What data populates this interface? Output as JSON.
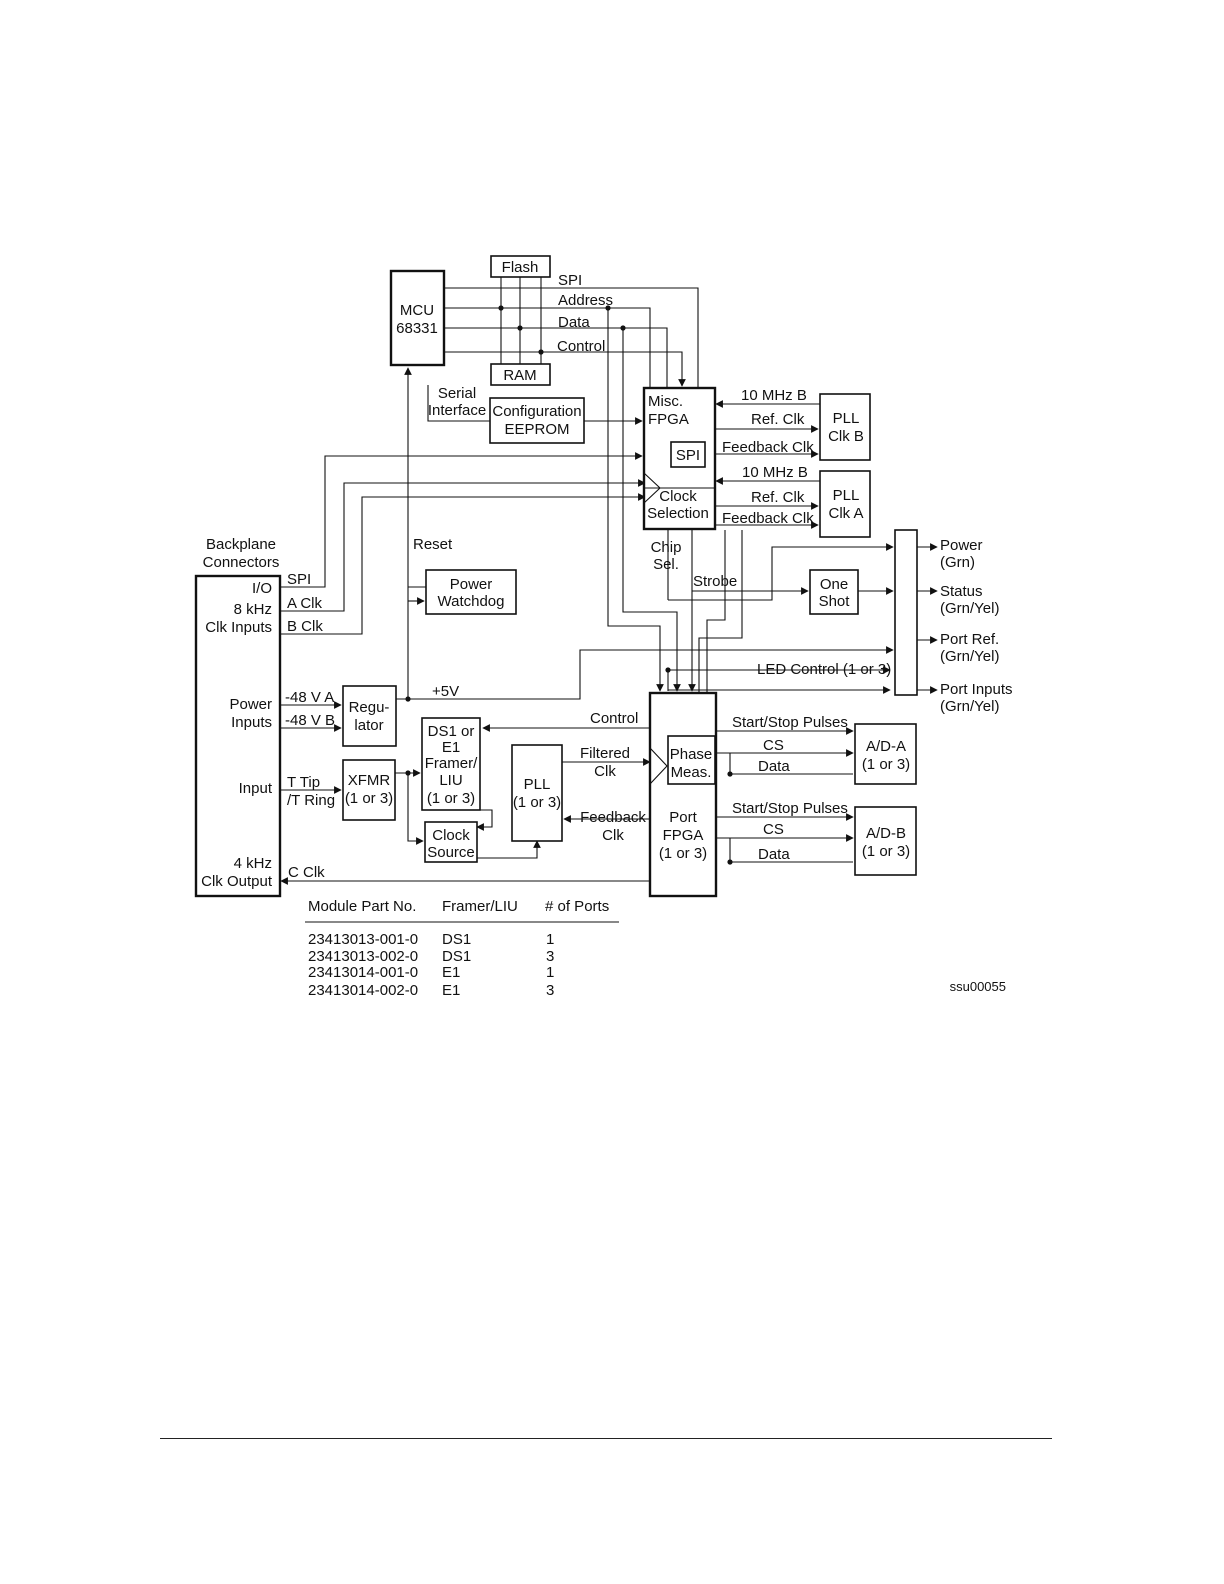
{
  "blocks": {
    "mcu": [
      "MCU",
      "68331"
    ],
    "flash": "Flash",
    "ram": "RAM",
    "eeprom": [
      "Configuration",
      "EEPROM"
    ],
    "serial_interface": [
      "Serial",
      "Interface"
    ],
    "misc_fpga": [
      "Misc.",
      "FPGA"
    ],
    "spi": "SPI",
    "clock_selection": [
      "Clock",
      "Selection"
    ],
    "pll_b": [
      "PLL",
      "Clk B"
    ],
    "pll_a": [
      "PLL",
      "Clk A"
    ],
    "backplane": [
      "Backplane",
      "Connectors"
    ],
    "power_watchdog": [
      "Power",
      "Watchdog"
    ],
    "regulator": [
      "Regu-",
      "lator"
    ],
    "xfmr": [
      "XFMR",
      "(1 or 3)"
    ],
    "framer": [
      "DS1 or",
      "E1",
      "Framer/",
      "LIU",
      "(1 or 3)"
    ],
    "clock_source": [
      "Clock",
      "Source"
    ],
    "pll_mid": [
      "PLL",
      "(1 or 3)"
    ],
    "port_fpga": [
      "Port",
      "FPGA",
      "(1 or 3)"
    ],
    "phase_meas": [
      "Phase",
      "Meas."
    ],
    "one_shot": [
      "One",
      "Shot"
    ],
    "adc_a": [
      "A/D-A",
      "(1 or 3)"
    ],
    "adc_b": [
      "A/D-B",
      "(1 or 3)"
    ]
  },
  "signals": {
    "spi": "SPI",
    "address": "Address",
    "data": "Data",
    "control": "Control",
    "mhz_b": "10 MHz B",
    "ref_clk_b": "Ref. Clk",
    "feedback_clk_b": "Feedback Clk",
    "mhz_a": "10 MHz B",
    "ref_clk_a": "Ref. Clk",
    "feedback_clk_a": "Feedback Clk",
    "reset": "Reset",
    "chip_sel": [
      "Chip",
      "Sel."
    ],
    "strobe": "Strobe",
    "plus5v": "+5V",
    "control_port": "Control",
    "filtered_clk": [
      "Filtered",
      "Clk"
    ],
    "feedback_clk_port": [
      "Feedback",
      "Clk"
    ],
    "led_control": "LED Control (1 or 3)",
    "start_stop_a": "Start/Stop Pulses",
    "cs_a": "CS",
    "data_a": "Data",
    "start_stop_b": "Start/Stop Pulses",
    "cs_b": "CS",
    "data_b": "Data"
  },
  "backplane_pins": {
    "io": "I/O",
    "clk_inputs": [
      "8 kHz",
      "Clk Inputs"
    ],
    "power_inputs": [
      "Power",
      "Inputs"
    ],
    "input": "Input",
    "clk_output": [
      "4 kHz",
      "Clk Output"
    ],
    "spi": "SPI",
    "a_clk": "A Clk",
    "b_clk": "B Clk",
    "v48a": "-48 V A",
    "v48b": "-48 V B",
    "t_tip": "T Tip",
    "t_ring": "/T Ring",
    "c_clk": "C Clk"
  },
  "leds": {
    "power": [
      "Power",
      "(Grn)"
    ],
    "status": [
      "Status",
      "(Grn/Yel)"
    ],
    "port_ref": [
      "Port Ref.",
      "(Grn/Yel)"
    ],
    "port_inputs": [
      "Port Inputs",
      "(Grn/Yel)"
    ]
  },
  "table": {
    "headers": [
      "Module Part No.",
      "Framer/LIU",
      "# of Ports"
    ],
    "rows": [
      [
        "23413013-001-0",
        "DS1",
        "1"
      ],
      [
        "23413013-002-0",
        "DS1",
        "3"
      ],
      [
        "23413014-001-0",
        "E1",
        "1"
      ],
      [
        "23413014-002-0",
        "E1",
        "3"
      ]
    ]
  },
  "figure_id": "ssu00055"
}
